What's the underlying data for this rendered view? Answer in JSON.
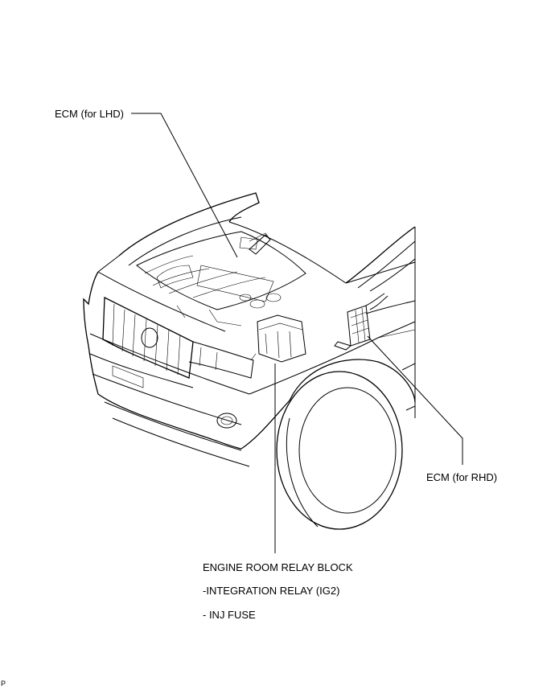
{
  "labels": {
    "ecm_lhd": "ECM (for LHD)",
    "ecm_rhd": "ECM (for RHD)",
    "relay_block": "ENGINE ROOM RELAY BLOCK",
    "integration_relay": "-INTEGRATION RELAY (IG2)",
    "inj_fuse": "- INJ FUSE",
    "page_marker": "P"
  }
}
